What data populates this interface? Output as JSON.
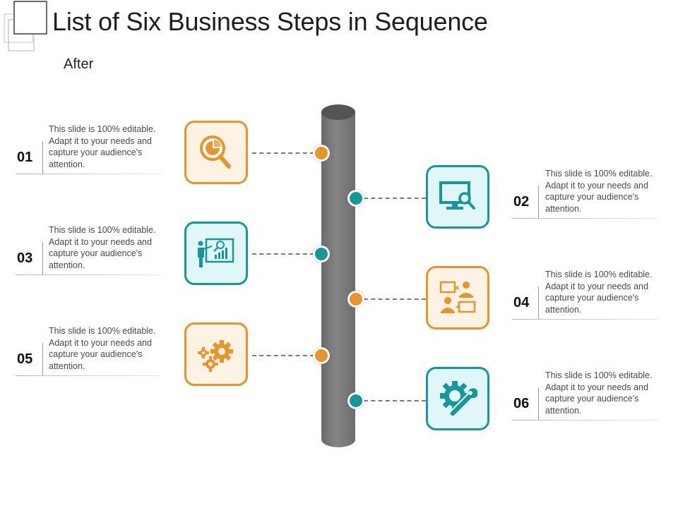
{
  "header": {
    "title": "List of Six Business Steps in Sequence",
    "subtitle": "After"
  },
  "colors": {
    "orange": "#e8932b",
    "teal": "#17979a",
    "pillar": "#767676"
  },
  "steps": [
    {
      "number": "01",
      "description": "This slide is 100% editable. Adapt it to your needs and capture your audience's attention.",
      "icon": "magnifier-pie-chart-icon",
      "color": "orange"
    },
    {
      "number": "02",
      "description": "This slide is 100% editable. Adapt it to your needs and capture your audience's attention.",
      "icon": "monitor-search-icon",
      "color": "teal"
    },
    {
      "number": "03",
      "description": "This slide is 100% editable. Adapt it to your needs and capture your audience's attention.",
      "icon": "presentation-chart-icon",
      "color": "teal"
    },
    {
      "number": "04",
      "description": "This slide is 100% editable. Adapt it to your needs and capture your audience's attention.",
      "icon": "people-chat-icon",
      "color": "orange"
    },
    {
      "number": "05",
      "description": "This slide is 100% editable. Adapt it to your needs and capture your audience's attention.",
      "icon": "gears-icon",
      "color": "orange"
    },
    {
      "number": "06",
      "description": "This slide is 100% editable. Adapt it to your needs and capture your audience's attention.",
      "icon": "gear-wrench-icon",
      "color": "teal"
    }
  ]
}
